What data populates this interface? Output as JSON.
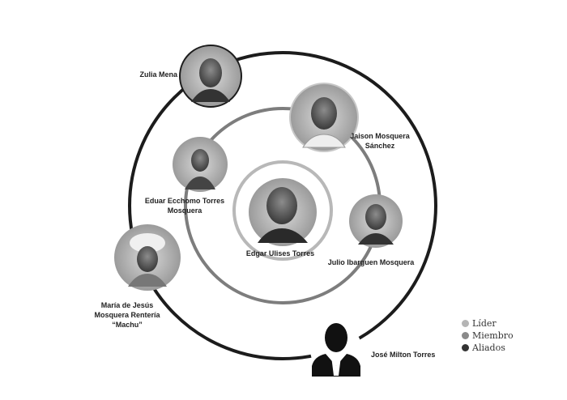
{
  "diagram": {
    "nodes": {
      "leader": {
        "name": "Edgar Ulises Torres",
        "role": "Líder"
      },
      "zulia": {
        "name": "Zulia Mena",
        "role": "Aliados"
      },
      "jaison": {
        "name_line1": "Jaison Mosquera",
        "name_line2": "Sánchez",
        "role": "Miembro"
      },
      "eduar": {
        "name_line1": "Eduar Ecchomo Torres",
        "name_line2": "Mosquera",
        "role": "Miembro"
      },
      "julio": {
        "name": "Julio Ibarguen Mosquera",
        "role": "Miembro"
      },
      "maria": {
        "name_line1": "María de Jesús",
        "name_line2": "Mosquera Rentería",
        "name_line3": "“Machu”",
        "role": "Aliados"
      },
      "jose": {
        "name": "José Milton Torres",
        "role": "Aliados"
      }
    },
    "legend": [
      {
        "label": "Líder",
        "color": "#b5b5b5"
      },
      {
        "label": "Miembro",
        "color": "#8a8a8a"
      },
      {
        "label": "Aliados",
        "color": "#333333"
      }
    ],
    "ring_colors": {
      "inner": "#b8b8b8",
      "middle": "#7d7d7d",
      "outer": "#1c1c1c"
    },
    "icons": {
      "leader": "portrait-photo",
      "person": "person-silhouette-icon"
    }
  }
}
